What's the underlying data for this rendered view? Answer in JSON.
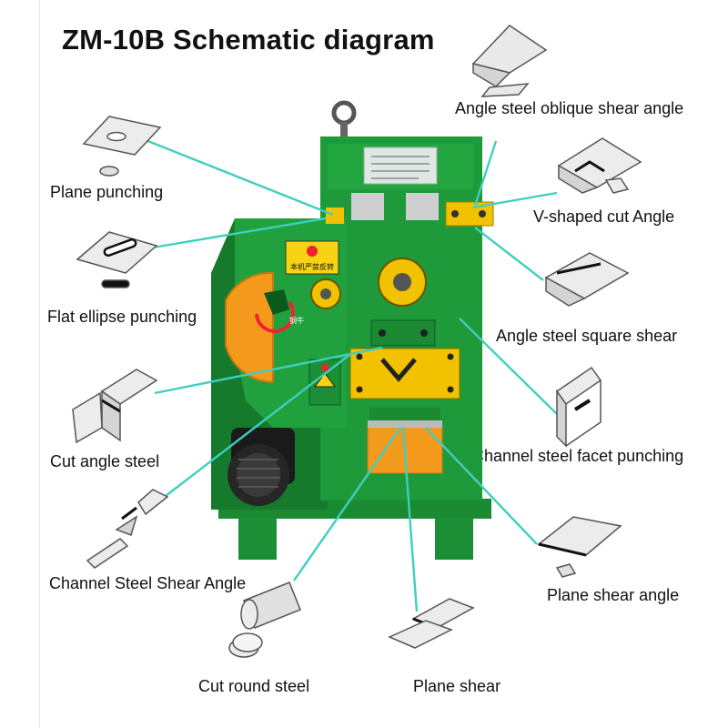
{
  "title": "ZM-10B  Schematic diagram",
  "machine": {
    "warning_label": "本机严禁反转",
    "logo_text": "钢牛"
  },
  "labels": [
    {
      "id": "plane-punching",
      "text": "Plane punching"
    },
    {
      "id": "flat-ellipse-punching",
      "text": "Flat ellipse punching"
    },
    {
      "id": "cut-angle-steel",
      "text": "Cut angle steel"
    },
    {
      "id": "channel-steel-shear-angle",
      "text": "Channel Steel Shear Angle"
    },
    {
      "id": "cut-round-steel",
      "text": "Cut round steel"
    },
    {
      "id": "plane-shear",
      "text": "Plane shear"
    },
    {
      "id": "plane-shear-angle",
      "text": "Plane shear angle"
    },
    {
      "id": "channel-steel-facet-punching",
      "text": "Channel steel facet punching"
    },
    {
      "id": "angle-steel-square-shear",
      "text": "Angle steel square shear"
    },
    {
      "id": "v-shaped-cut-angle",
      "text": "V-shaped cut Angle"
    },
    {
      "id": "angle-steel-oblique-shear-angle",
      "text": "Angle steel oblique shear angle"
    }
  ],
  "colors": {
    "machine_green": "#1f9a3a",
    "machine_dark_green": "#127a2a",
    "accent_yellow": "#f2c200",
    "guard_orange": "#f39a1c",
    "leader_line": "#3fcfc0",
    "workpiece": "#e9e9e9"
  }
}
